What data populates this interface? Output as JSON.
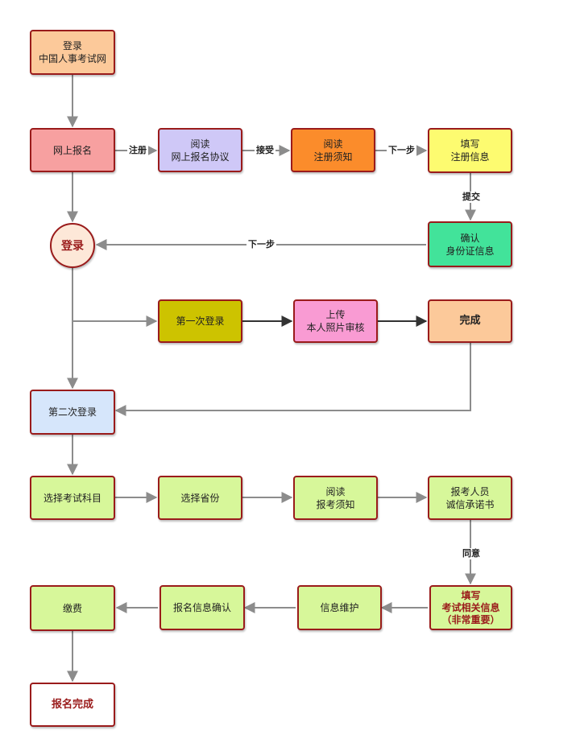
{
  "colors": {
    "border": "#9a1b1b",
    "arrow_gray": "#8c8c8c",
    "arrow_dark": "#333333",
    "orange_light": "#fcc99a",
    "pink_red": "#f7a0a0",
    "lavender": "#cfc8f7",
    "orange": "#fb8c2b",
    "yellow": "#fdfb70",
    "green": "#42e39a",
    "circle_fill": "#fde8d8",
    "olive": "#cdc300",
    "pink": "#f99bd3",
    "light_blue": "#d6e6fb",
    "lime": "#d7f79a"
  },
  "nodes": {
    "login_site": [
      "登录",
      "中国人事考试网"
    ],
    "online_register": [
      "网上报名"
    ],
    "read_agreement": [
      "阅读",
      "网上报名协议"
    ],
    "read_notice": [
      "阅读",
      "注册须知"
    ],
    "fill_info": [
      "填写",
      "注册信息"
    ],
    "confirm_id": [
      "确认",
      "身份证信息"
    ],
    "login_circle": "登录",
    "first_login": [
      "第一次登录"
    ],
    "upload_photo": [
      "上传",
      "本人照片审核"
    ],
    "done": [
      "完成"
    ],
    "second_login": [
      "第二次登录"
    ],
    "select_subject": [
      "选择考试科目"
    ],
    "select_province": [
      "选择省份"
    ],
    "read_exam_notice": [
      "阅读",
      "报考须知"
    ],
    "integrity_pledge": [
      "报考人员",
      "诚信承诺书"
    ],
    "fill_exam_info": [
      "填写",
      "考试相关信息",
      "（非常重要）"
    ],
    "info_maintain": [
      "信息维护"
    ],
    "confirm_signup": [
      "报名信息确认"
    ],
    "pay_fee": [
      "缴费"
    ],
    "signup_complete": [
      "报名完成"
    ]
  },
  "edge_labels": {
    "register": "注册",
    "accept": "接受",
    "next_step_1": "下一步",
    "submit": "提交",
    "next_step_2": "下一步",
    "agree": "同意"
  }
}
